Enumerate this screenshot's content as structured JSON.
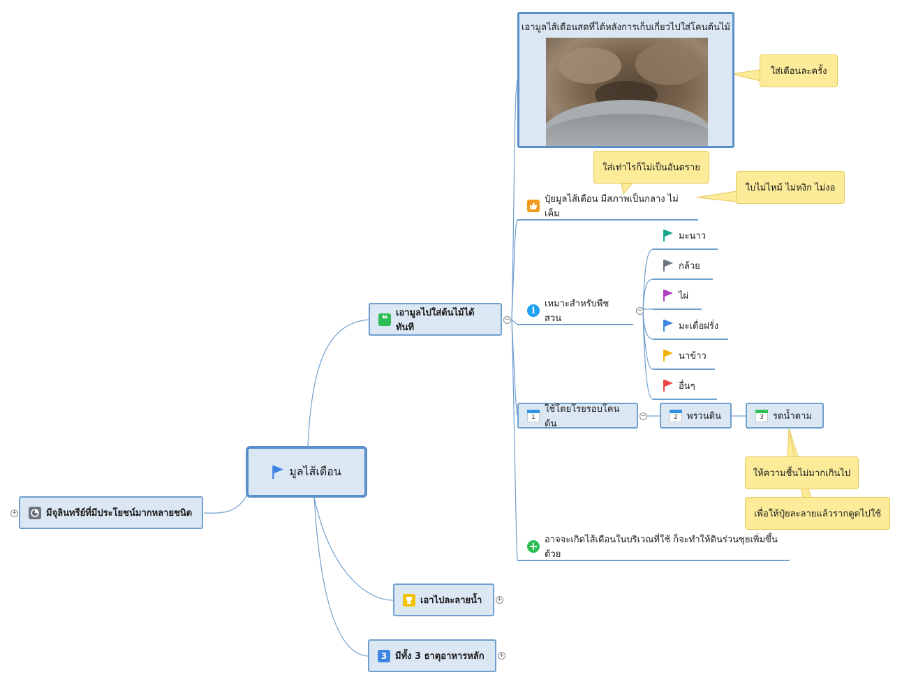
{
  "central": {
    "label": "มูลไส้เดือน",
    "icon": "blue-flag-icon"
  },
  "branches": {
    "left": {
      "label": "มีจุลินทรีย์ที่มีประโยชน์มากหลายชนิด",
      "icon": "pie-chart-icon"
    },
    "apply": {
      "label": "เอามูลไปใส่ต้นไม้ได้ทันที",
      "icon": "quote-icon"
    },
    "dissolve": {
      "label": "เอาไปละลายน้ำ",
      "icon": "trophy-icon"
    },
    "nutrients": {
      "label": "มีทั้ง 3 ธาตุอาหารหลัก",
      "icon": "number-3-icon",
      "icon_text": "3"
    }
  },
  "image_topic": {
    "caption": "เอามูลไส้เดือนสดที่ได้หลังการเก็บเกี่ยวไปใส่โคนต้นไม้",
    "image": "soil-photo"
  },
  "subtopics": {
    "neutral": {
      "label": "ปุ๋ยมูลไส้เดือน มีสภาพเป็นกลาง ไม่เค็ม",
      "icon": "thumbs-up-icon"
    },
    "suitable": {
      "label": "เหมาะสำหรับพืชสวน",
      "icon": "info-icon",
      "icon_text": "i"
    },
    "spread": {
      "label": "ใช้โดยโรยรอบโคนต้น",
      "icon": "calendar-1-icon",
      "icon_text": "1"
    },
    "cover": {
      "label": "พรวนดิน",
      "icon": "calendar-2-icon",
      "icon_text": "2"
    },
    "water": {
      "label": "รดน้ำตาม",
      "icon": "calendar-3-icon",
      "icon_text": "3"
    },
    "worms": {
      "label": "อาจจะเกิดไส้เดือนในบริเวณที่ใช้ ก็จะทำให้ดินร่วนซุยเพิ่มขึ้นด้วย",
      "icon": "plus-circle-icon",
      "icon_text": "+"
    }
  },
  "plants": [
    {
      "label": "มะนาว",
      "flag_color": "#1aa68c"
    },
    {
      "label": "กล้วย",
      "flag_color": "#6d7480"
    },
    {
      "label": "ไผ่",
      "flag_color": "#b040c0"
    },
    {
      "label": "มะเดื่อฝรั่ง",
      "flag_color": "#3d85e0"
    },
    {
      "label": "นาข้าว",
      "flag_color": "#f2b300"
    },
    {
      "label": "อื่นๆ",
      "flag_color": "#e84646"
    }
  ],
  "callouts": {
    "monthly": "ใส่เดือนละครั้ง",
    "harmless": "ใส่เท่าไรก็ไม่เป็นอันตราย",
    "leaves": "ใบไม่ไหม้ ไม่หงิก ไม่งอ",
    "moisture": "ให้ความชื้นไม่มากเกินไป",
    "absorb": "เพื่อให้ปุ๋ยละลายแล้วรากดูดไปใช้"
  },
  "toggles": {
    "collapse": "−",
    "expand": "+"
  },
  "colors": {
    "line": "#6f9fce",
    "topic_fill": "#dbe8f4",
    "callout_fill": "#fcec9a",
    "quote_green": "#2dbf56",
    "thumb_orange": "#f29a1e",
    "info_blue": "#1da1f2",
    "trophy_yellow": "#f2c200",
    "number_blue": "#3d85e0"
  }
}
